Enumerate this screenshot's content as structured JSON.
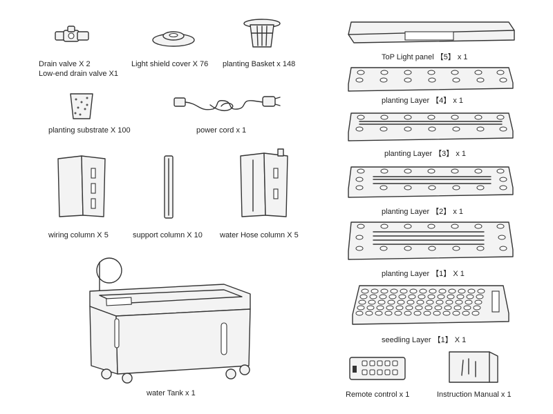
{
  "parts": {
    "drain_valve": {
      "line1": "Drain valve X 2",
      "line2": "Low-end drain valve X1"
    },
    "light_shield_cover": {
      "label": "Light shield cover X 76"
    },
    "planting_basket": {
      "label": "planting Basket x 148"
    },
    "planting_substrate": {
      "label": "planting substrate X 100"
    },
    "power_cord": {
      "label": "power cord x 1"
    },
    "wiring_column": {
      "label": "wiring column X 5"
    },
    "support_column": {
      "label": "support column X 10"
    },
    "water_hose_column": {
      "label": "water Hose column X 5"
    },
    "water_tank": {
      "label": "water Tank x 1"
    },
    "remote_control": {
      "label": "Remote control x 1"
    },
    "instruction_manual": {
      "label": "Instruction Manual x 1"
    }
  },
  "layers": {
    "top_light_panel": {
      "label": "ToP Light panel 【5】 x 1"
    },
    "planting_layer_4": {
      "label": "planting Layer 【4】 x 1"
    },
    "planting_layer_3": {
      "label": "planting Layer 【3】 x 1"
    },
    "planting_layer_2": {
      "label": "planting Layer 【2】 x 1"
    },
    "planting_layer_1": {
      "label": "planting Layer 【1】 X 1"
    },
    "seedling_layer_1": {
      "label": "seedling Layer 【1】 X 1"
    }
  }
}
